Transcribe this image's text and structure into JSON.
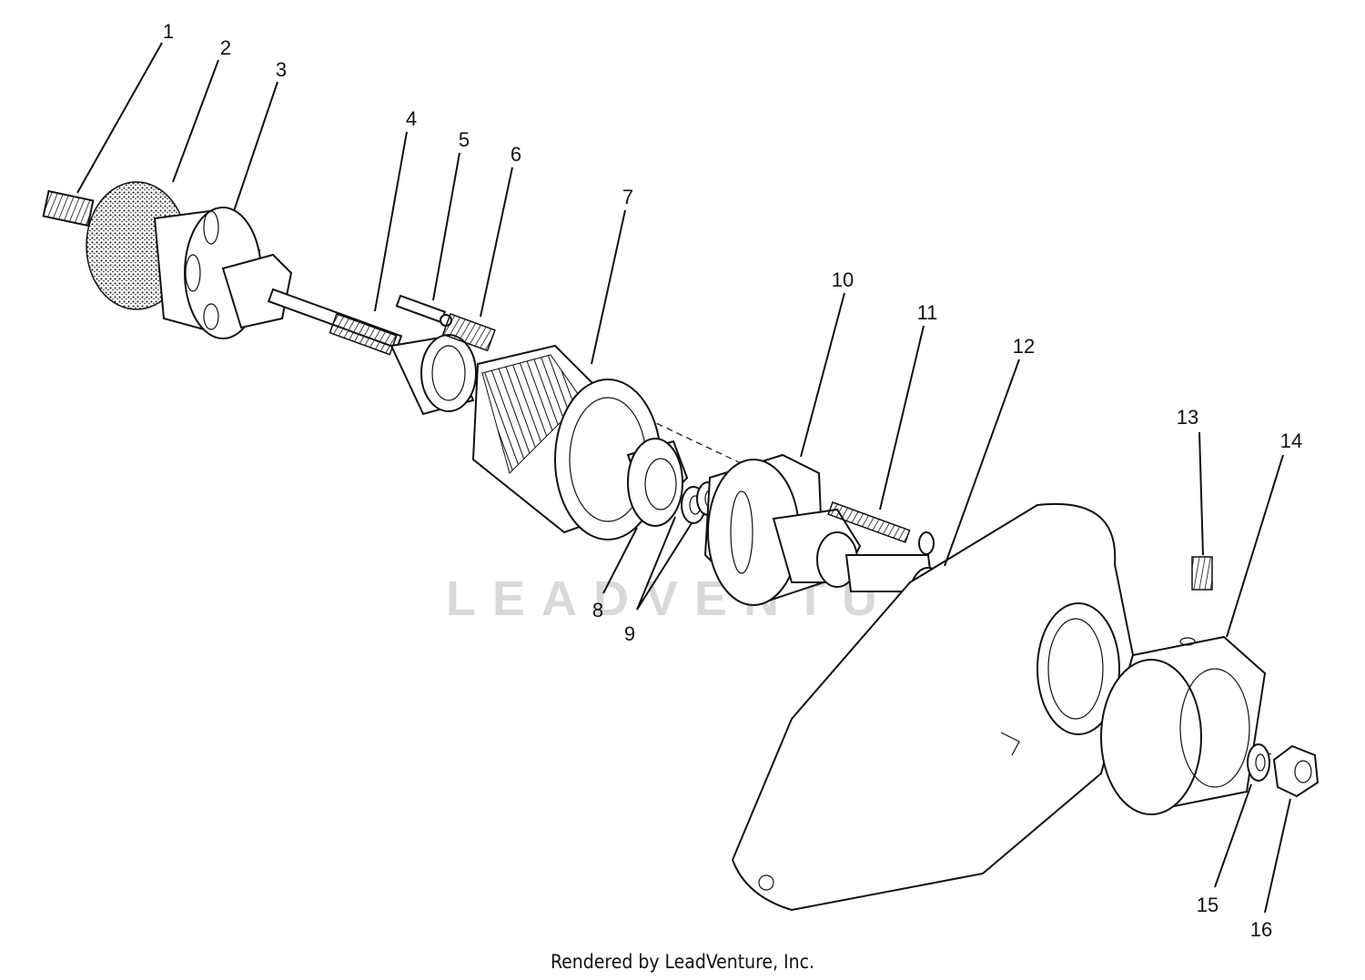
{
  "watermark": "LEADVENTURE",
  "footer": "Rendered by LeadVenture, Inc.",
  "callouts": [
    "1",
    "2",
    "3",
    "4",
    "5",
    "6",
    "7",
    "8",
    "9",
    "10",
    "11",
    "12",
    "13",
    "14",
    "15",
    "16"
  ]
}
